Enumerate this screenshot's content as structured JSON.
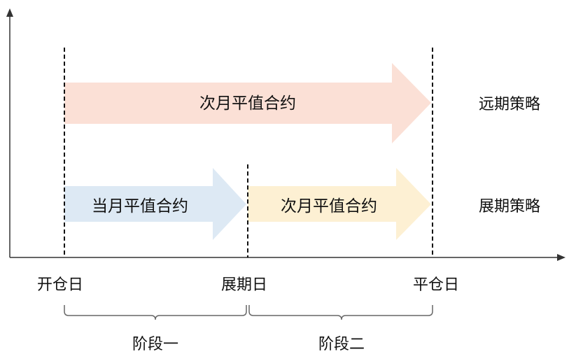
{
  "arrows": {
    "far_month": {
      "label": "次月平值合约",
      "color": "#fbe0d6"
    },
    "current_month": {
      "label": "当月平值合约",
      "color": "#dde9f4"
    },
    "next_month": {
      "label": "次月平值合约",
      "color": "#fdf0d3"
    }
  },
  "strategies": {
    "far": "远期策略",
    "rollover": "展期策略"
  },
  "axis_markers": {
    "open": "开仓日",
    "roll": "展期日",
    "close": "平仓日"
  },
  "phases": {
    "one": "阶段一",
    "two": "阶段二"
  }
}
